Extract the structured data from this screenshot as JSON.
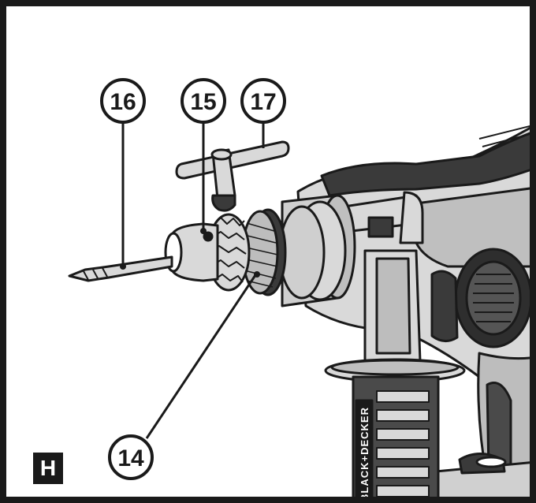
{
  "figure": {
    "panel_label": "H",
    "brand_lettering": "BLACK+DECKER",
    "callouts": [
      {
        "id": "16"
      },
      {
        "id": "15"
      },
      {
        "id": "17"
      },
      {
        "id": "14"
      }
    ]
  }
}
